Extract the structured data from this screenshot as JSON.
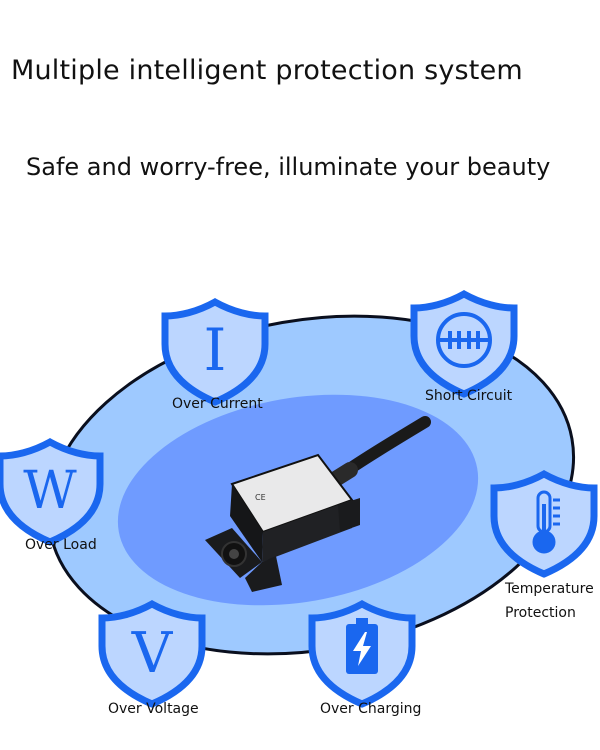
{
  "headline": "Multiple intelligent protection system",
  "subheadline": "Safe and worry-free, illuminate your beauty",
  "colors": {
    "outer_ellipse": "#9ec9ff",
    "inner_ellipse": "#6f9bff",
    "shield_stroke": "#1a67ef",
    "shield_fill": "#bcd6ff",
    "device": "#1c1d1f"
  },
  "badges": [
    {
      "id": "over-current",
      "symbol": "I",
      "icon": "letter-i-icon",
      "label": "Over Current"
    },
    {
      "id": "short-circuit",
      "symbol": "",
      "icon": "short-circuit-icon",
      "label": "Short Circuit"
    },
    {
      "id": "over-load",
      "symbol": "W",
      "icon": "letter-w-icon",
      "label": "Over Load"
    },
    {
      "id": "temperature",
      "symbol": "",
      "icon": "thermometer-icon",
      "label_line1": "Temperature",
      "label_line2": "Protection"
    },
    {
      "id": "over-voltage",
      "symbol": "V",
      "icon": "letter-v-icon",
      "label": "Over Voltage"
    },
    {
      "id": "over-charging",
      "symbol": "",
      "icon": "battery-charging-icon",
      "label": "Over Charging"
    }
  ]
}
